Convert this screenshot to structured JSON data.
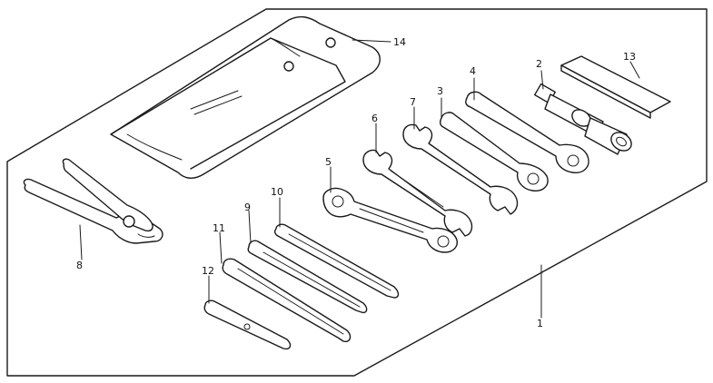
{
  "callouts": [
    {
      "id": "c1",
      "text": "1"
    },
    {
      "id": "c2",
      "text": "2"
    },
    {
      "id": "c3",
      "text": "3"
    },
    {
      "id": "c4",
      "text": "4"
    },
    {
      "id": "c5",
      "text": "5"
    },
    {
      "id": "c6",
      "text": "6"
    },
    {
      "id": "c7",
      "text": "7"
    },
    {
      "id": "c8",
      "text": "8"
    },
    {
      "id": "c9",
      "text": "9"
    },
    {
      "id": "c10",
      "text": "10"
    },
    {
      "id": "c11",
      "text": "11"
    },
    {
      "id": "c12",
      "text": "12"
    },
    {
      "id": "c13",
      "text": "13"
    },
    {
      "id": "c14",
      "text": "14"
    }
  ],
  "style": {
    "line_color": "#1a1a1a",
    "background": "#ffffff"
  }
}
